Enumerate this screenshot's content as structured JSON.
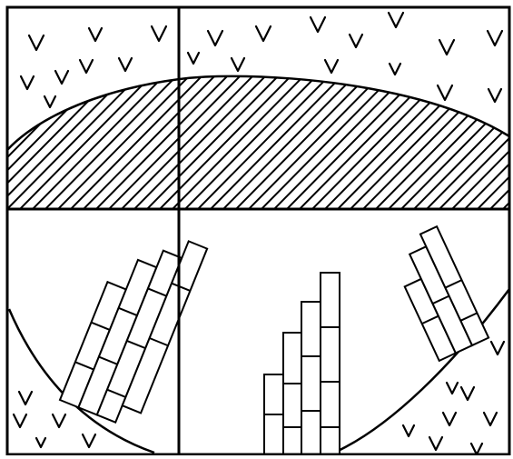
{
  "figure": {
    "panels": [
      {
        "id": "top-left",
        "content": [
          "grass-symbols",
          "hatched-mound"
        ]
      },
      {
        "id": "top-right",
        "content": [
          "grass-symbols",
          "hatched-mound"
        ]
      },
      {
        "id": "bottom-left",
        "content": [
          "stacked-blocks-tilted",
          "curved-basin",
          "grass-symbols"
        ]
      },
      {
        "id": "bottom-right",
        "content": [
          "stacked-blocks-upright",
          "stacked-blocks-tilted",
          "curved-basin",
          "grass-symbols"
        ]
      }
    ],
    "colors": {
      "ink": "#000000",
      "paper": "#ffffff"
    },
    "symbols": {
      "grass": "V",
      "small_grass": "v"
    }
  }
}
